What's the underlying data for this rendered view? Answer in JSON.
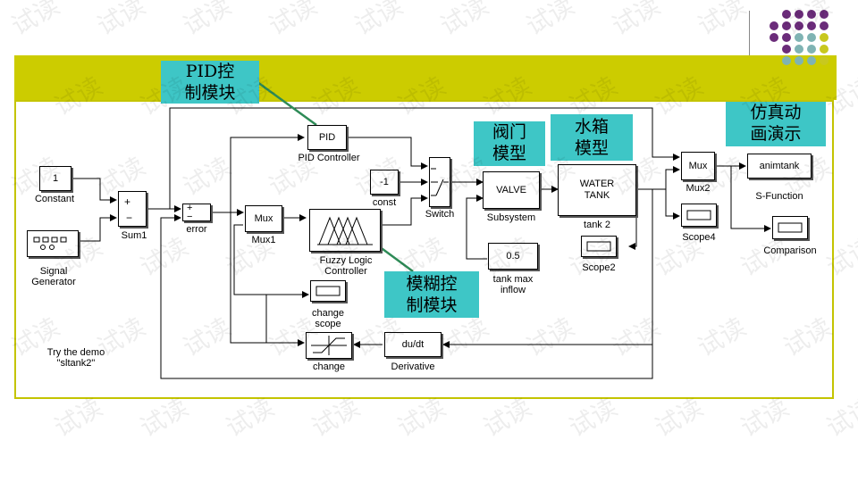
{
  "callouts": {
    "pid": "PID控\n制模块",
    "fuzzy": "模糊控\n制模块",
    "valve": "阀门\n模型",
    "tank": "水箱\n模型",
    "anim": "仿真动\n画演示"
  },
  "blocks": {
    "constant_value": "1",
    "constant_label": "Constant",
    "signal_label": "Signal\nGenerator",
    "sum1_label": "Sum1",
    "error_label": "error",
    "mux_text": "Mux",
    "mux1_label": "Mux1",
    "pid_text": "PID",
    "pid_label": "PID Controller",
    "fuzzy_label": "Fuzzy Logic\nController",
    "const_value": "-1",
    "const_label": "const",
    "switch_label": "Switch",
    "valve_text": "VALVE",
    "subsystem_label": "Subsystem",
    "tankmax_value": "0.5",
    "tankmax_label": "tank max\ninflow",
    "watertank_text": "WATER\nTANK",
    "tank2_label": "tank 2",
    "scope2_label": "Scope2",
    "mux2_text": "Mux",
    "mux2_label": "Mux2",
    "scope4_label": "Scope4",
    "animtank_text": "animtank",
    "sfunction_label": "S-Function",
    "comparison_label": "Comparison",
    "changescope_label": "change\nscope",
    "change_label": "change",
    "dudt_text": "du/dt",
    "derivative_label": "Derivative",
    "demo_text": "Try the demo\n\"sltank2\""
  },
  "watermark": "试读",
  "colors": {
    "banner": "#cccc00",
    "callout": "#3ec6c6",
    "dots_purple": "#6b2c7a",
    "dots_teal": "#7fb3b3",
    "dots_olive": "#c8c81e"
  }
}
